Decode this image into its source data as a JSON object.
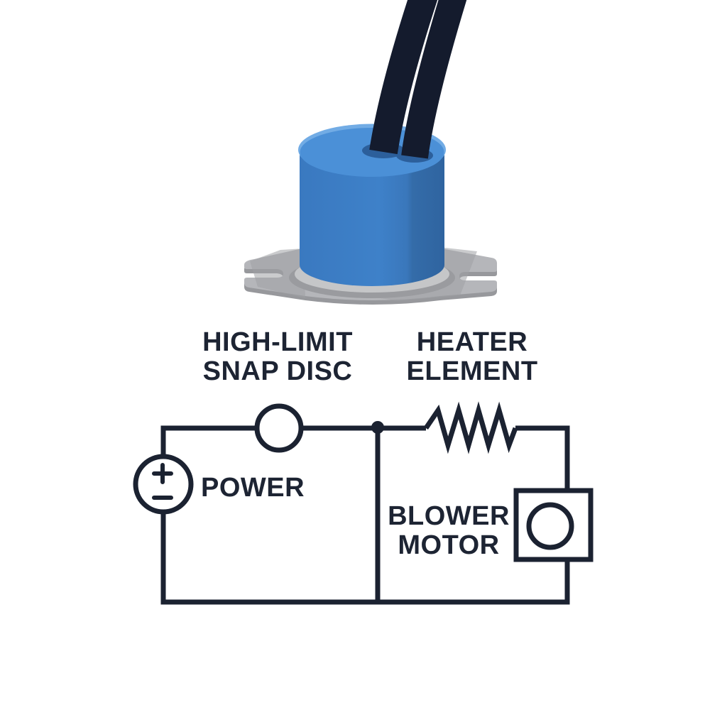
{
  "illustration": {
    "device": "high-limit snap disc thermostat with mounting bracket and two black lead wires",
    "colors": {
      "cylinder_body_blue": "#3b7cc4",
      "cylinder_top_blue": "#4b90d7",
      "cylinder_rim_highlight": "#72ace5",
      "wire_hole_blue": "#2c5f9b",
      "lead_wire_black": "#141b2d",
      "bracket_gray": "#b5b6ba",
      "bracket_edge_gray": "#97989c",
      "bracket_shadow_gray": "#9fa0a4",
      "collar_gray": "#c5c6c8"
    }
  },
  "schematic": {
    "line_color": "#1b2231",
    "label_color": "#1d2433",
    "labels": {
      "snap_disc_line1": "HIGH-LIMIT",
      "snap_disc_line2": "SNAP DISC",
      "heater_line1": "HEATER",
      "heater_line2": "ELEMENT",
      "power": "POWER",
      "blower_line1": "BLOWER",
      "blower_line2": "MOTOR"
    },
    "symbols": [
      {
        "name": "power-source",
        "type": "circle with plus and minus"
      },
      {
        "name": "snap-disc-switch",
        "type": "open circle in series on top wire"
      },
      {
        "name": "heater-element",
        "type": "zigzag resistor"
      },
      {
        "name": "blower-motor",
        "type": "square with inner circle"
      },
      {
        "name": "junction",
        "type": "filled node dot"
      }
    ]
  }
}
